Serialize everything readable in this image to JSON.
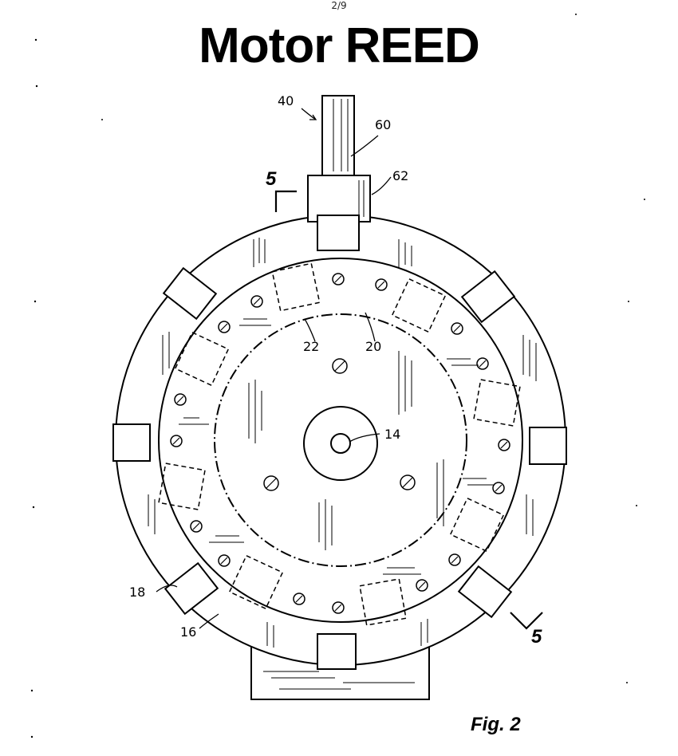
{
  "page_number": "2/9",
  "title": "Motor REED",
  "figure_label": "Fig. 2",
  "section_marks": {
    "top": "5",
    "bottom": "5"
  },
  "reference_labels": {
    "shaft_assembly": "40",
    "shaft": "60",
    "collar": "62",
    "hub": "14",
    "stator_ring": "16",
    "magnet": "18",
    "rotor": "20",
    "pocket": "22"
  }
}
